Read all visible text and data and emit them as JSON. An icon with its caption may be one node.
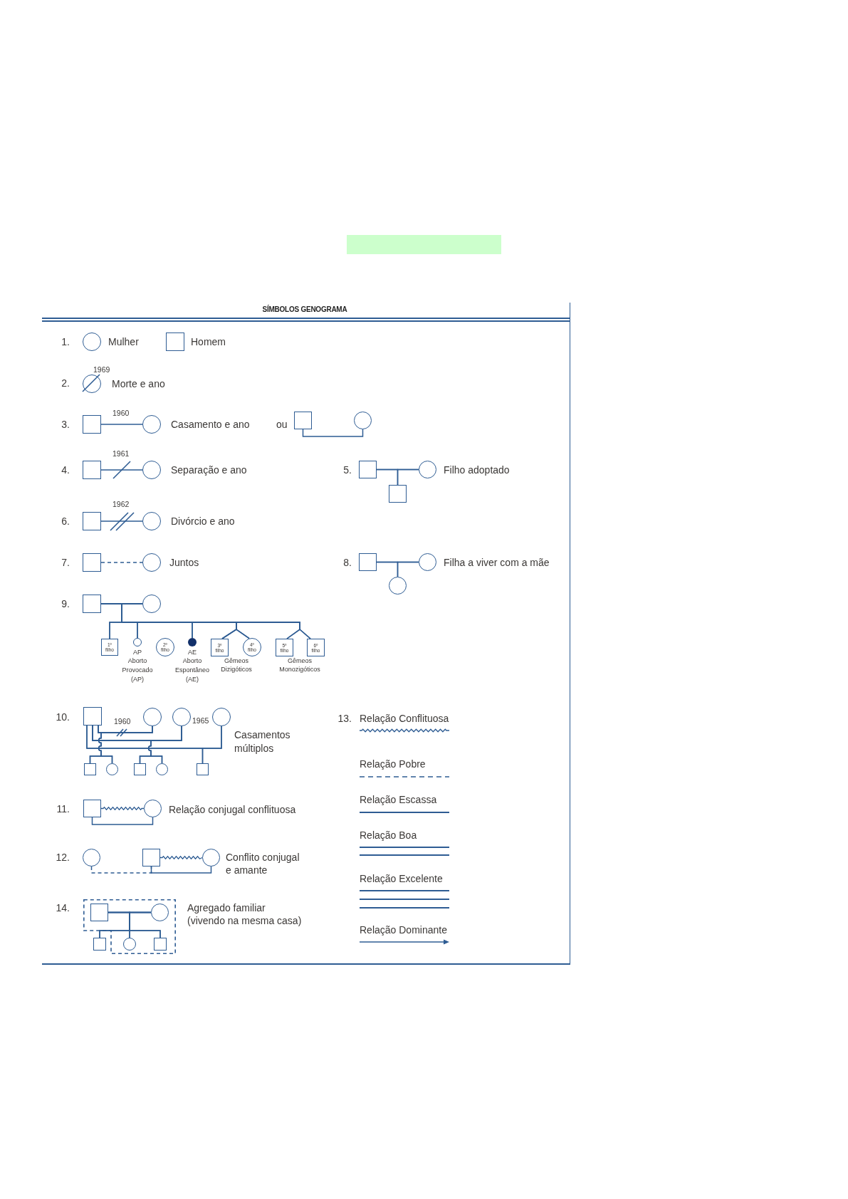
{
  "diagram": {
    "title": "SÍMBOLOS GENOGRAMA",
    "nodes": [
      {
        "text": [],
        "shape": "circle",
        "beside": [
          "Mulher"
        ]
      },
      {
        "text": [],
        "shape": "box",
        "beside": [
          "Homem"
        ]
      },
      {
        "text": [],
        "shape": "circle",
        "beside": [
          "1969",
          "Morte e ano"
        ]
      },
      {
        "text": [],
        "shape": "box"
      },
      {
        "text": [],
        "shape": "circle"
      },
      {
        "text": [],
        "shape": "box"
      },
      {
        "text": [],
        "shape": "circle"
      },
      {
        "text": [],
        "shape": "box"
      },
      {
        "text": [],
        "shape": "circle"
      },
      {
        "text": [],
        "shape": "box"
      },
      {
        "text": [],
        "shape": "circle"
      },
      {
        "text": [],
        "shape": "box"
      },
      {
        "text": [],
        "shape": "box"
      },
      {
        "text": [],
        "shape": "circle"
      },
      {
        "text": [],
        "shape": "box"
      },
      {
        "text": [],
        "shape": "circle"
      },
      {
        "text": [],
        "shape": "box"
      },
      {
        "text": [],
        "shape": "circle"
      },
      {
        "text": [],
        "shape": "circle"
      },
      {
        "text": [],
        "shape": "box"
      },
      {
        "text": [],
        "shape": "circle"
      },
      {
        "text": [
          "1º filho"
        ]
      },
      {
        "text": [],
        "shape": "circle",
        "beside": [
          "AP",
          "Aborto Provocado (AP)"
        ]
      },
      {
        "text": [
          "2º filho"
        ]
      },
      {
        "text": [],
        "shape": "dot",
        "beside": [
          "AE",
          "Aborto Espontâneo (AE)"
        ]
      },
      {
        "text": [
          "3º filho"
        ]
      },
      {
        "text": [
          "4º filho"
        ]
      },
      {
        "text": [
          "5º filho"
        ]
      },
      {
        "text": [
          "6º filho"
        ]
      },
      {
        "text": [],
        "shape": "box"
      },
      {
        "text": [],
        "shape": "circle"
      },
      {
        "text": [],
        "shape": "circle"
      },
      {
        "text": [],
        "shape": "circle",
        "beside": [
          "1965"
        ]
      },
      {
        "text": [],
        "shape": "box"
      },
      {
        "text": [],
        "shape": "circle"
      },
      {
        "text": [],
        "shape": "box"
      },
      {
        "text": [],
        "shape": "circle"
      },
      {
        "text": [],
        "shape": "box"
      },
      {
        "text": [],
        "shape": "box"
      },
      {
        "text": [],
        "shape": "circle"
      },
      {
        "text": [],
        "shape": "circle"
      },
      {
        "text": [],
        "shape": "box"
      },
      {
        "text": [],
        "shape": "circle"
      },
      {
        "text": [],
        "shape": "box",
        "beside": [
          "Agregado familiar (vivendo na mesma casa)"
        ]
      },
      {
        "text": [],
        "shape": "box",
        "in": 43
      },
      {
        "text": [],
        "shape": "circle",
        "in": 43
      },
      {
        "text": [],
        "shape": "box"
      },
      {
        "text": [],
        "shape": "circle",
        "in": 43
      },
      {
        "text": [],
        "shape": "box",
        "in": 43
      }
    ],
    "edges": [
      {
        "from": 3,
        "to": 4,
        "arrow": "none",
        "label": "1960"
      },
      {
        "from": 5,
        "to": 6,
        "arrow": "none"
      },
      {
        "from": 7,
        "to": 8,
        "arrow": "none",
        "label": "1961"
      },
      {
        "from": 9,
        "to": 10,
        "arrow": "none"
      },
      {
        "from": 9,
        "to": 11,
        "arrow": "none"
      },
      {
        "from": 10,
        "to": 11,
        "arrow": "none"
      },
      {
        "from": 12,
        "to": 13,
        "arrow": "none",
        "label": "1962"
      },
      {
        "from": 14,
        "to": 15,
        "arrow": "none",
        "style": "dashed"
      },
      {
        "from": 16,
        "to": 17,
        "arrow": "none"
      },
      {
        "from": 16,
        "to": 18,
        "arrow": "none"
      },
      {
        "from": 17,
        "to": 18,
        "arrow": "none"
      },
      {
        "from": 19,
        "to": 20,
        "arrow": "none"
      },
      {
        "from": 19,
        "to": 21,
        "arrow": "none"
      },
      {
        "from": 20,
        "to": 21,
        "arrow": "none"
      },
      {
        "from": 19,
        "to": 22,
        "arrow": "none"
      },
      {
        "from": 20,
        "to": 22,
        "arrow": "none"
      },
      {
        "from": 19,
        "to": 24,
        "arrow": "none"
      },
      {
        "from": 20,
        "to": 24,
        "arrow": "none"
      },
      {
        "from": 19,
        "to": 25,
        "arrow": "none"
      },
      {
        "from": 20,
        "to": 25,
        "arrow": "none"
      },
      {
        "from": 19,
        "to": 26,
        "arrow": "none"
      },
      {
        "from": 20,
        "to": 26,
        "arrow": "none"
      },
      {
        "from": 19,
        "to": 27,
        "arrow": "none"
      },
      {
        "from": 20,
        "to": 27,
        "arrow": "none"
      },
      {
        "from": 19,
        "to": 28,
        "arrow": "none"
      },
      {
        "from": 20,
        "to": 28,
        "arrow": "none"
      },
      {
        "from": 29,
        "to": 30,
        "arrow": "none",
        "label": "1960"
      },
      {
        "from": 29,
        "to": 31,
        "arrow": "none"
      },
      {
        "from": 29,
        "to": 32,
        "arrow": "none"
      },
      {
        "from": 29,
        "to": 33,
        "arrow": "none"
      },
      {
        "from": 30,
        "to": 33,
        "arrow": "none"
      },
      {
        "from": 29,
        "to": 34,
        "arrow": "none"
      },
      {
        "from": 30,
        "to": 34,
        "arrow": "none"
      },
      {
        "from": 29,
        "to": 35,
        "arrow": "none"
      },
      {
        "from": 31,
        "to": 35,
        "arrow": "none"
      },
      {
        "from": 29,
        "to": 36,
        "arrow": "none"
      },
      {
        "from": 31,
        "to": 36,
        "arrow": "none"
      },
      {
        "from": 29,
        "to": 37,
        "arrow": "none"
      },
      {
        "from": 32,
        "to": 37,
        "arrow": "none"
      },
      {
        "from": 38,
        "to": 39,
        "arrow": "none"
      },
      {
        "from": 38,
        "to": 39,
        "arrow": "none"
      },
      {
        "from": 41,
        "to": 42,
        "arrow": "none"
      },
      {
        "from": 41,
        "to": 42,
        "arrow": "none"
      },
      {
        "from": 40,
        "to": 41,
        "arrow": "none",
        "style": "dashed"
      },
      {
        "from": 44,
        "to": 45,
        "arrow": "none"
      },
      {
        "from": 44,
        "to": 46,
        "arrow": "none"
      },
      {
        "from": 45,
        "to": 46,
        "arrow": "none"
      },
      {
        "from": 44,
        "to": 47,
        "arrow": "none"
      },
      {
        "from": 45,
        "to": 47,
        "arrow": "none"
      },
      {
        "from": 44,
        "to": 48,
        "arrow": "none"
      },
      {
        "from": 45,
        "to": 48,
        "arrow": "none"
      }
    ],
    "labels": [
      "1.",
      "2.",
      "3.",
      "Casamento e ano",
      "ou",
      "4.",
      "Separação e ano",
      "5.",
      "Filho adoptado",
      "6.",
      "Divórcio e ano",
      "7.",
      "Juntos",
      "8.",
      "Filha a viver com a mãe",
      "9.",
      "Gêmeos Dizigóticos",
      "Gêmeos Monozigóticos",
      "10.",
      "Casamentos múltiplos",
      "13.",
      "11.",
      "Relação conjugal conflituosa",
      "12.",
      "Conflito conjugal e amante",
      "14."
    ],
    "legend": [
      {
        "text": "Relação Conflituosa"
      },
      {
        "text": "Relação Pobre"
      },
      {
        "text": "Relação Escassa"
      },
      {
        "text": "Relação Boa"
      },
      {
        "text": "Relação Excelente"
      },
      {
        "text": "Relação Dominante"
      }
    ]
  }
}
